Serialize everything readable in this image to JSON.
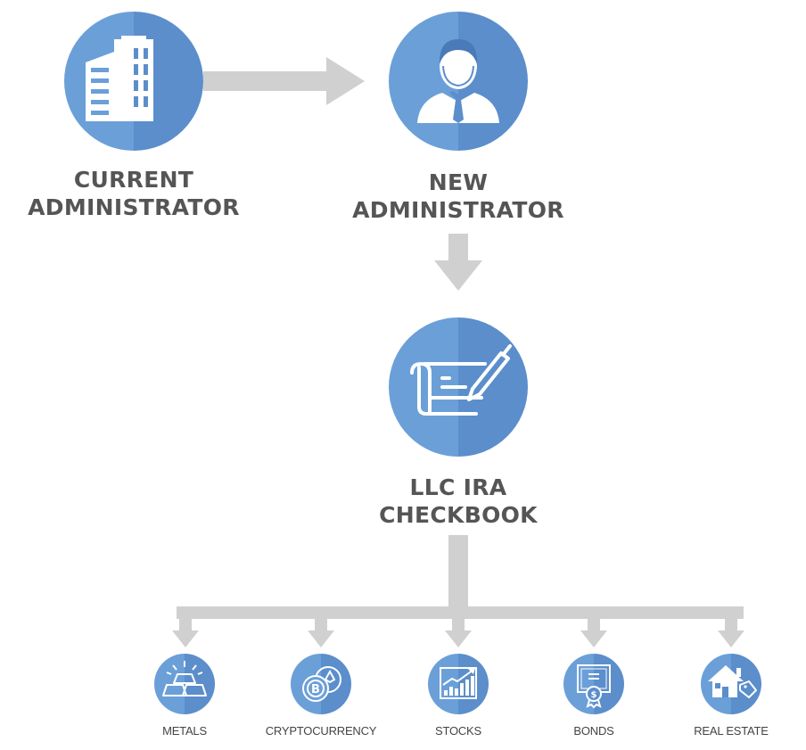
{
  "colors": {
    "node_blue_left": "#6b9fd8",
    "node_blue_right": "#5b8ecb",
    "connector_gray": "#d0d0d0",
    "icon_stroke": "#ffffff",
    "label_text": "#555555"
  },
  "nodes": {
    "current_administrator": {
      "icon": "office-building-icon",
      "label_line1": "CURRENT",
      "label_line2": "ADMINISTRATOR"
    },
    "new_administrator": {
      "icon": "businessman-icon",
      "label_line1": "NEW",
      "label_line2": "ADMINISTRATOR"
    },
    "llc_ira_checkbook": {
      "icon": "check-signing-icon",
      "label_line1": "LLC IRA",
      "label_line2": "CHECKBOOK"
    }
  },
  "investments": [
    {
      "label": "METALS",
      "icon": "gold-bars-icon"
    },
    {
      "label": "CRYPTOCURRENCY",
      "icon": "crypto-coins-icon"
    },
    {
      "label": "STOCKS",
      "icon": "stock-chart-icon"
    },
    {
      "label": "BONDS",
      "icon": "bond-certificate-icon"
    },
    {
      "label": "REAL ESTATE",
      "icon": "house-tag-icon"
    }
  ]
}
